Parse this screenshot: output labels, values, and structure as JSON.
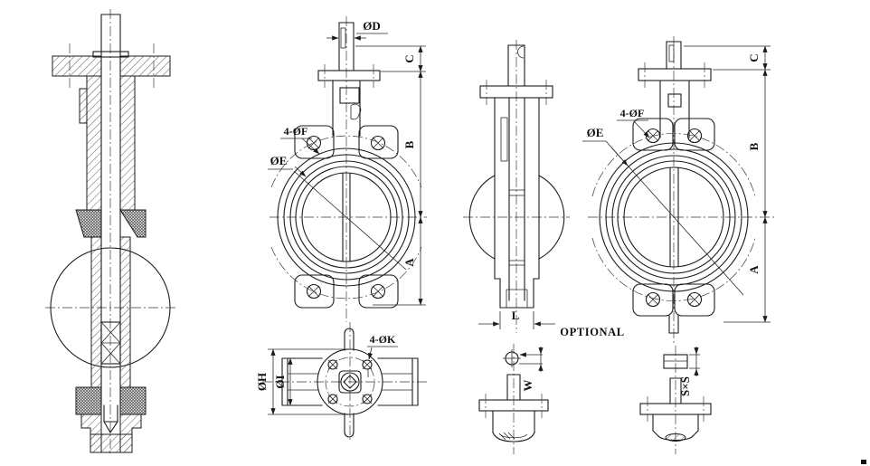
{
  "page": {
    "background": "#ffffff",
    "line_color": "#1b1b1b"
  },
  "labels": {
    "dia_d": "ØD",
    "four_dia_f": "4-ØF",
    "dia_e": "ØE",
    "dim_c": "C",
    "dim_b": "B",
    "dim_a": "A",
    "dim_l": "L",
    "optional": "OPTIONAL",
    "four_dia_k": "4-ØK",
    "dia_h": "ØH",
    "dia_i": "ØI",
    "dim_w": "W",
    "dim_s": "S×S"
  }
}
